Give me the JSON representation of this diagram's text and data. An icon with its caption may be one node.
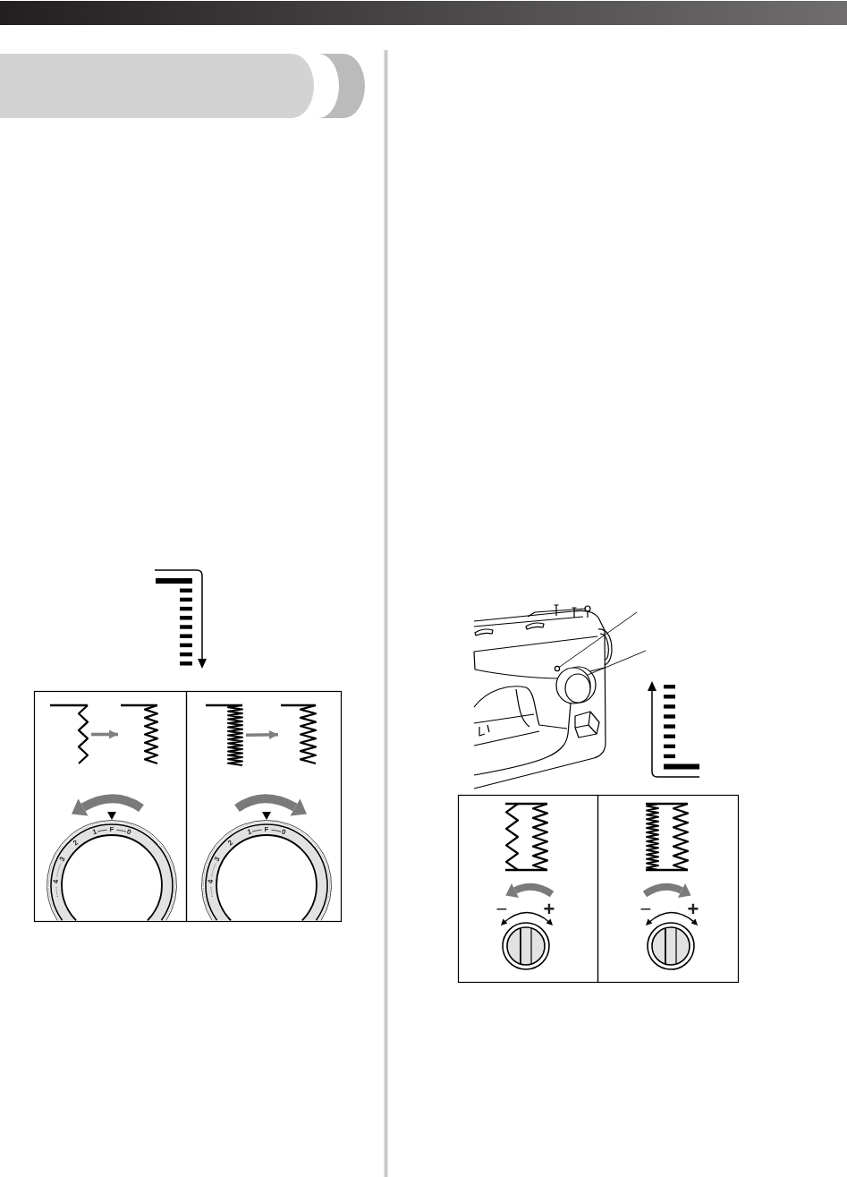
{
  "diagram": {
    "nodes": [
      {
        "text": [],
        "shape": "picture"
      },
      {
        "text": [],
        "shape": "picture"
      },
      {
        "text": [],
        "shape": "picture"
      },
      {
        "text": [],
        "shape": "picture"
      },
      {
        "text": [],
        "shape": "circle"
      },
      {
        "text": [],
        "shape": "circle"
      }
    ],
    "edges": [
      {
        "from": 0,
        "to": 1,
        "arrow": "to",
        "style": "thick",
        "color": "#808080"
      },
      {
        "from": 2,
        "to": 3,
        "arrow": "to",
        "style": "thick",
        "color": "#808080"
      },
      {
        "from": null,
        "to": 4,
        "arrow": "none",
        "color": "#000000"
      },
      {
        "from": null,
        "to": 5,
        "arrow": "none",
        "color": "#000000"
      }
    ],
    "labels": [
      "1",
      "F",
      "0",
      "2",
      "3",
      "4",
      "1",
      "F",
      "0",
      "2",
      "3",
      "4",
      "−",
      "+",
      "−",
      "+"
    ]
  }
}
